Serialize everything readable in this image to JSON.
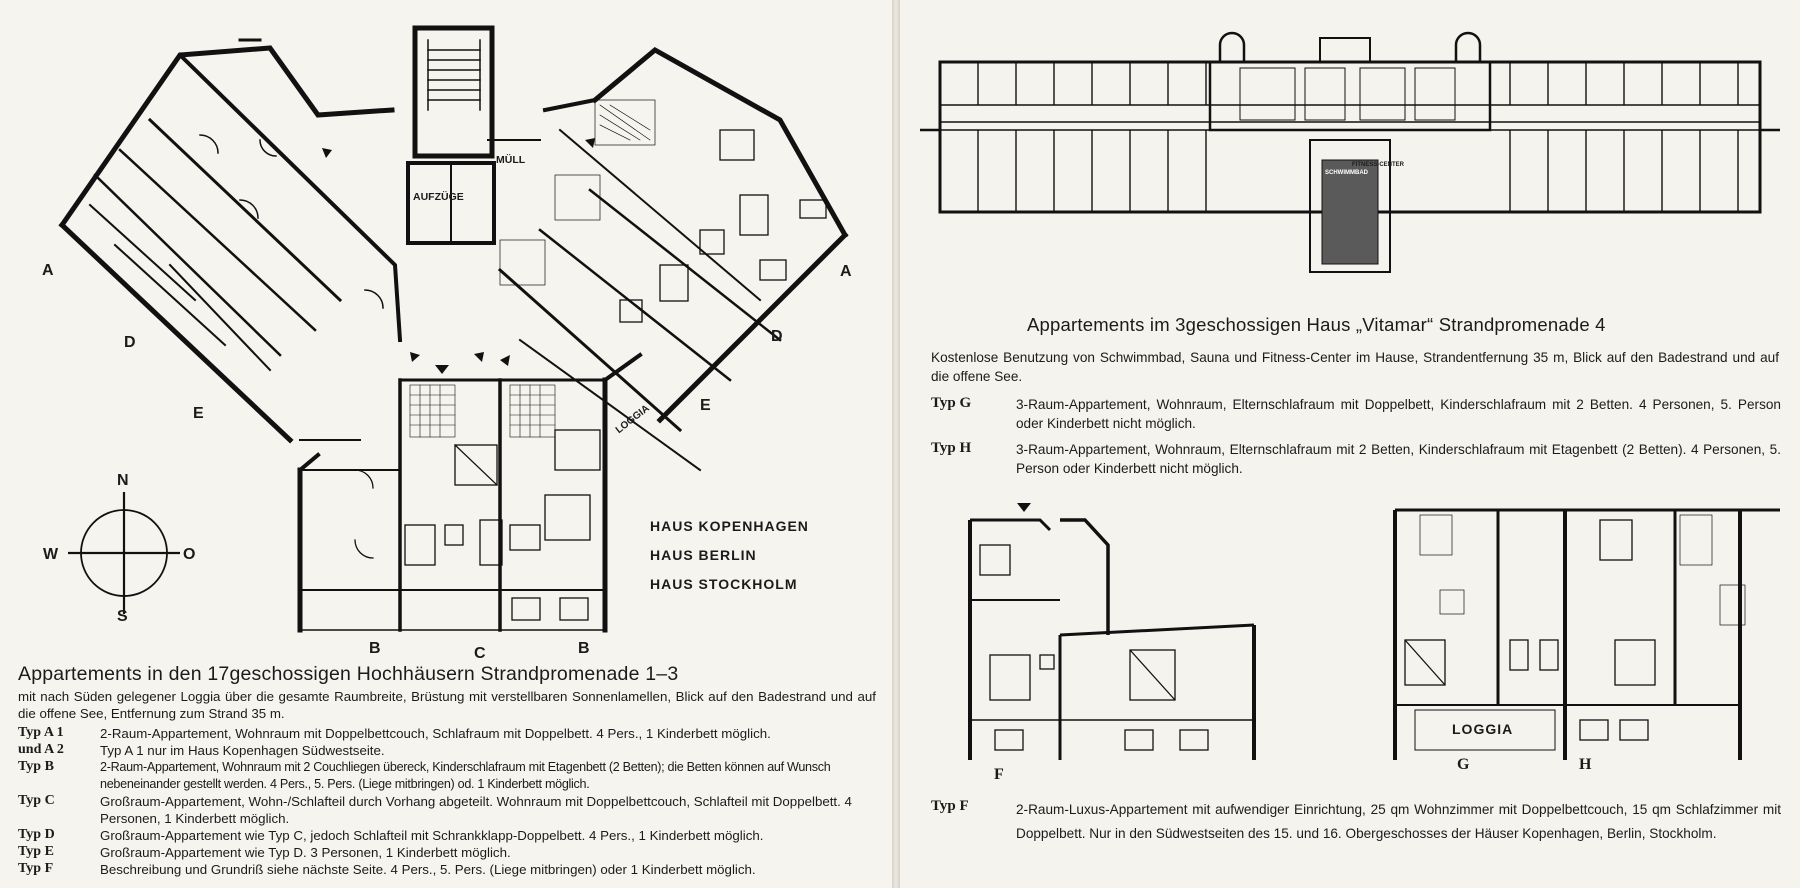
{
  "left": {
    "compass": {
      "n": "N",
      "s": "S",
      "w": "W",
      "o": "O"
    },
    "plan_labels": {
      "muell": "MÜLL",
      "aufzuege": "AUFZÜGE",
      "loggia": "LOGGIA",
      "a_left": "A",
      "d_left": "D",
      "e_left": "E",
      "a_right": "A",
      "d_right": "D",
      "e_right": "E",
      "b1": "B",
      "c": "C",
      "b2": "B"
    },
    "houses": [
      "HAUS KOPENHAGEN",
      "HAUS BERLIN",
      "HAUS STOCKHOLM"
    ],
    "title": "Appartements in den 17geschossigen Hochhäusern Strandpromenade 1–3",
    "intro": "mit nach Süden gelegener Loggia über die gesamte Raumbreite, Brüstung mit verstellbaren Sonnenlamellen, Blick auf den Badestrand und auf die offene See, Entfernung zum Strand 35 m.",
    "types": [
      {
        "code": "Typ A 1",
        "desc": "2-Raum-Appartement, Wohnraum mit Doppelbettcouch, Schlafraum mit Doppelbett. 4 Pers., 1 Kinderbett möglich."
      },
      {
        "code": "und A 2",
        "desc": "Typ A 1 nur im Haus Kopenhagen Südwestseite."
      },
      {
        "code": "Typ B",
        "desc": "2-Raum-Appartement, Wohnraum mit 2 Couchliegen übereck, Kinderschlafraum mit Etagenbett (2 Betten); die Betten können auf Wunsch nebeneinander gestellt werden. 4 Pers., 5. Pers. (Liege mitbringen) od. 1 Kinderbett möglich."
      },
      {
        "code": "Typ C",
        "desc": "Großraum-Appartement, Wohn-/Schlafteil durch Vorhang abgeteilt. Wohnraum mit Doppelbettcouch, Schlafteil mit Doppelbett. 4 Personen, 1 Kinderbett möglich."
      },
      {
        "code": "Typ D",
        "desc": "Großraum-Appartement wie Typ C, jedoch Schlafteil mit Schrankklapp-Doppelbett. 4 Pers., 1 Kinderbett möglich."
      },
      {
        "code": "Typ E",
        "desc": "Großraum-Appartement wie Typ D. 3 Personen, 1 Kinderbett möglich."
      },
      {
        "code": "Typ F",
        "desc": "Beschreibung und Grundriß siehe nächste Seite. 4 Pers., 5. Pers. (Liege mitbringen) oder 1 Kinderbett möglich."
      }
    ]
  },
  "right": {
    "plan_labels": {
      "fitness": "FITNESS-CENTER",
      "pool": "SCHWIMMBAD",
      "loggia": "LOGGIA",
      "f": "F",
      "g": "G",
      "h": "H"
    },
    "title": "Appartements im 3geschossigen Haus „Vitamar“ Strandpromenade 4",
    "intro": "Kostenlose Benutzung von Schwimmbad, Sauna und Fitness-Center im Hause, Strandentfernung 35 m, Blick auf den Badestrand und auf die offene See.",
    "types_gh": [
      {
        "code": "Typ G",
        "desc": "3-Raum-Appartement, Wohnraum, Elternschlafraum mit Doppelbett, Kinderschlafraum mit 2 Betten. 4 Personen, 5. Person oder Kinderbett nicht möglich."
      },
      {
        "code": "Typ H",
        "desc": "3-Raum-Appartement, Wohnraum, Elternschlafraum mit 2 Betten, Kinderschlafraum mit Etagenbett (2 Betten). 4 Personen, 5. Person oder Kinderbett nicht möglich."
      }
    ],
    "type_f": {
      "code": "Typ F",
      "desc": "2-Raum-Luxus-Appartement mit aufwendiger Einrichtung, 25 qm Wohnzimmer mit Doppelbettcouch, 15 qm Schlafzimmer mit Doppelbett. Nur in den Südwestseiten des 15. und 16. Obergeschosses der Häuser Kopenhagen, Berlin, Stockholm."
    }
  }
}
